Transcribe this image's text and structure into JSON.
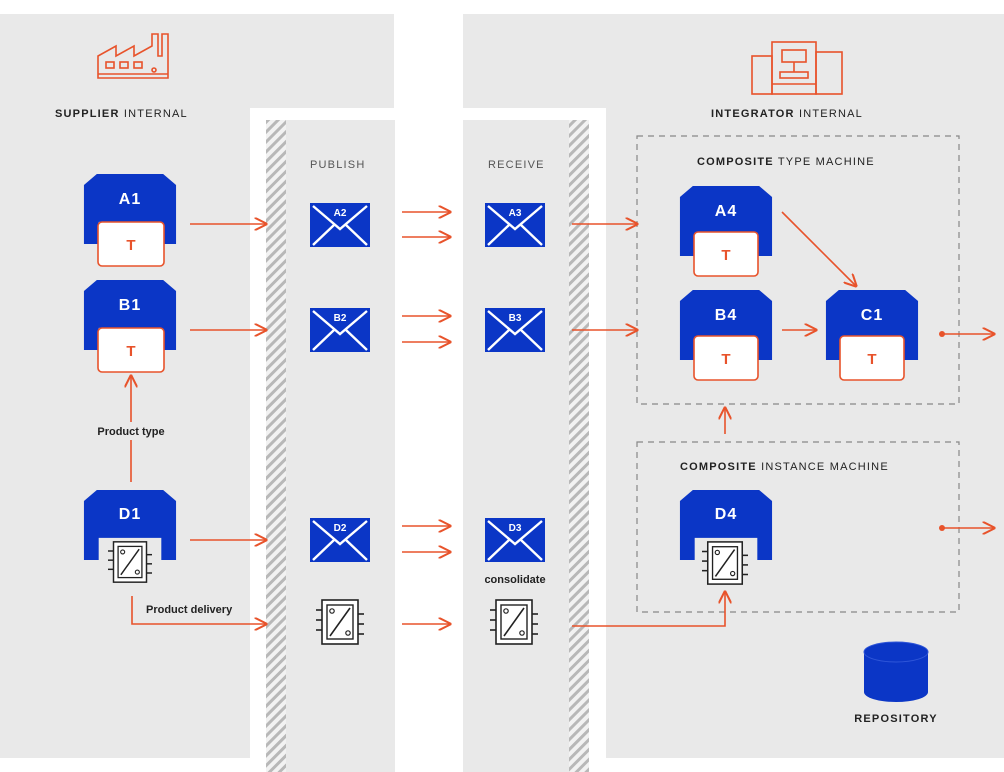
{
  "colors": {
    "machine_blue": "#0b36c6",
    "arrow_orange": "#e8532b",
    "panel_gray": "#e9e9e9",
    "hatch_gray": "#bdbdbd"
  },
  "icons": {
    "factory": "factory-icon",
    "integrator": "machine-icon",
    "repository": "database-icon",
    "envelope": "envelope-icon",
    "chip": "chip-icon"
  },
  "supplier": {
    "title_bold": "SUPPLIER",
    "title_rest": " INTERNAL",
    "machines": [
      {
        "label": "A1",
        "content": "T"
      },
      {
        "label": "B1",
        "content": "T"
      },
      {
        "label": "D1",
        "content": "chip"
      }
    ],
    "product_type_label": "Product type",
    "product_delivery_label": "Product delivery"
  },
  "publish": {
    "title": "PUBLISH",
    "envelopes": [
      "A2",
      "B2",
      "D2"
    ]
  },
  "receive": {
    "title": "RECEIVE",
    "envelopes": [
      "A3",
      "B3",
      "D3"
    ],
    "consolidate_label": "consolidate"
  },
  "integrator": {
    "title_bold": "INTEGRATOR",
    "title_rest": " INTERNAL",
    "type_machine": {
      "title_bold": "COMPOSITE",
      "title_rest": " TYPE MACHINE",
      "machines": [
        {
          "label": "A4",
          "content": "T"
        },
        {
          "label": "B4",
          "content": "T"
        },
        {
          "label": "C1",
          "content": "T"
        }
      ]
    },
    "instance_machine": {
      "title_bold": "COMPOSITE",
      "title_rest": " INSTANCE MACHINE",
      "machines": [
        {
          "label": "D4",
          "content": "chip"
        }
      ]
    },
    "repository_label": "REPOSITORY"
  }
}
